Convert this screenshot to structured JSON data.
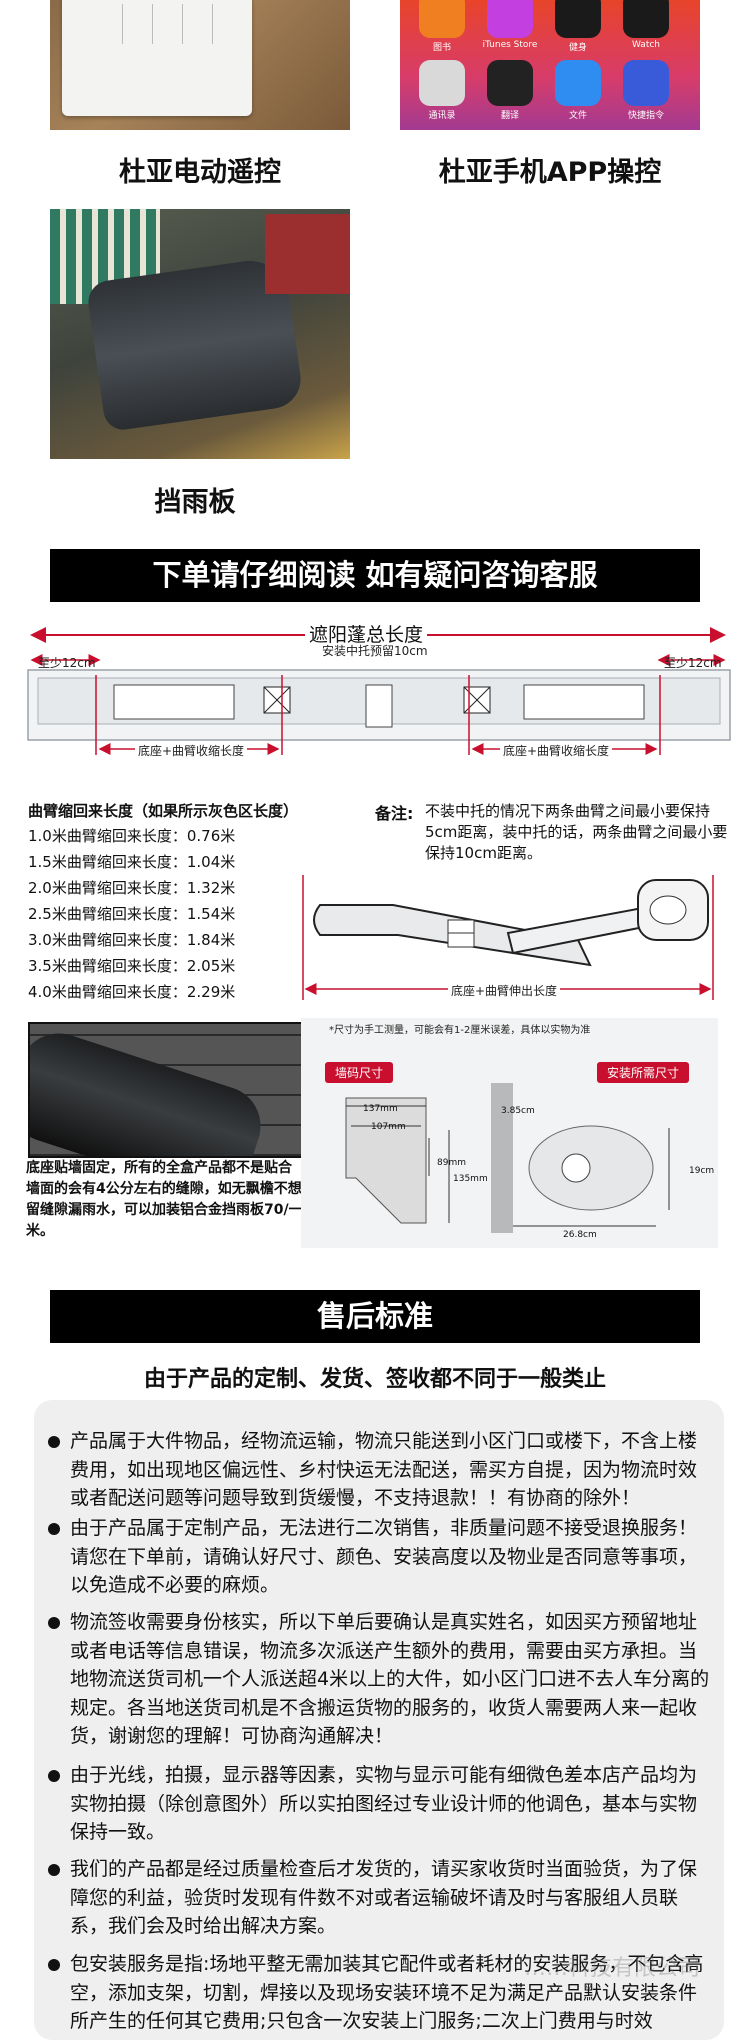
{
  "products": {
    "remote_caption": "杜亚电动遥控",
    "app_caption": "杜亚手机APP操控",
    "rain_caption": "挡雨板",
    "app_icons": [
      {
        "label": "图书",
        "color": "#f07f21"
      },
      {
        "label": "iTunes Store",
        "color": "#c43fe0"
      },
      {
        "label": "健身",
        "color": "#1a1a1a"
      },
      {
        "label": "Watch",
        "color": "#1a1a1a"
      },
      {
        "label": "通讯录",
        "color": "#d9d9d9"
      },
      {
        "label": "翻译",
        "color": "#222222"
      },
      {
        "label": "文件",
        "color": "#2f8cf0"
      },
      {
        "label": "快捷指令",
        "color": "#3a5bd9"
      }
    ]
  },
  "order_banner": "下单请仔细阅读 如有疑问咨询客服",
  "measure": {
    "total_length": "遮阳蓬总长度",
    "center_note": "安装中托预留10cm",
    "min_left": "至少12cm",
    "min_right": "至少12cm",
    "base_left": "底座+曲臂收缩长度",
    "base_right": "底座+曲臂收缩长度",
    "arm_title": "曲臂缩回来长度（如果所示灰色区长度）",
    "arm_rows": [
      "1.0米曲臂缩回来长度：0.76米",
      "1.5米曲臂缩回来长度：1.04米",
      "2.0米曲臂缩回来长度：1.32米",
      "2.5米曲臂缩回来长度：1.54米",
      "3.0米曲臂缩回来长度：1.84米",
      "3.5米曲臂缩回来长度：2.05米",
      "4.0米曲臂缩回来长度：2.29米"
    ],
    "remark_label": "备注:",
    "remark_text": "不装中托的情况下两条曲臂之间最小要保持5cm距离，装中托的话，两条曲臂之间最小要保持10cm距离。",
    "extend_label": "底座+曲臂伸出长度",
    "gap_note": "底座贴墙固定，所有的全盒产品都不是贴合墙面的会有4公分左右的缝隙，如无飘檐不想留缝隙漏雨水，可以加装铝合金挡雨板70/一米。",
    "size_note": "*尺寸为手工测量，可能会有1-2厘米误差，具体以实物为准",
    "wall_size_label": "墙码尺寸",
    "install_size_label": "安装所需尺寸",
    "dims": [
      "137mm",
      "107mm",
      "89mm",
      "135mm",
      "3.85cm",
      "19cm",
      "26.8cm"
    ]
  },
  "after_sales": {
    "banner": "售后标准",
    "subtitle": "由于产品的定制、发货、签收都不同于一般类止",
    "items": [
      "产品属于大件物品，经物流运输，物流只能送到小区门口或楼下，不含上楼费用，如出现地区偏远性、乡村快运无法配送，需买方自提，因为物流时效或者配送问题等问题导致到货缓慢，不支持退款！！有协商的除外！",
      "由于产品属于定制产品，无法进行二次销售，非质量问题不接受退换服务！请您在下单前，请确认好尺寸、颜色、安装高度以及物业是否同意等事项，以免造成不必要的麻烦。",
      "物流签收需要身份核实，所以下单后要确认是真实姓名，如因买方预留地址或者电话等信息错误，物流多次派送产生额外的费用，需要由买方承担。当地物流送货司机一个人派送超4米以上的大件，如小区门口进不去人车分离的规定。各当地送货司机是不含搬运货物的服务的，收货人需要两人来一起收货，谢谢您的理解！可协商沟通解决！",
      "由于光线，拍摄，显示器等因素，实物与显示可能有细微色差本店产品均为实物拍摄（除创意图外）所以实拍图经过专业设计师的他调色，基本与实物保持一致。",
      "我们的产品都是经过质量检查后才发货的，请买家收货时当面验货，为了保障您的利益，验货时发现有件数不对或者运输破坏请及时与客服组人员联系，我们会及时给出解决方案。",
      "包安装服务是指:场地平整无需加装其它配件或者耗材的安装服务，不包含高空，添加支架，切割，焊接以及现场安装环境不足为满足产品默认安装条件所产生的任何其它费用;只包含一次安装上门服务;二次上门费用与时效"
    ],
    "watermark": "……科技有限公司"
  }
}
